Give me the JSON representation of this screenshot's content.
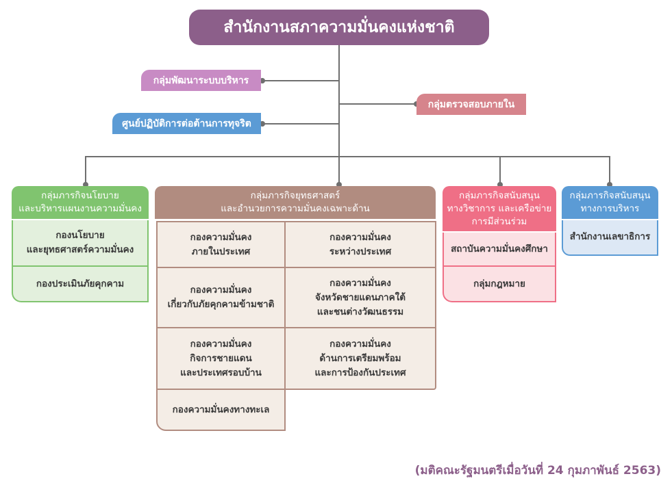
{
  "title": "สำนักงานสภาความมั่นคงแห่งชาติ",
  "staff_units": {
    "admin_dev": "กลุ่มพัฒนาระบบบริหาร",
    "internal_audit": "กลุ่มตรวจสอบภายใน",
    "anti_corruption": "ศูนย์ปฏิบัติการต่อต้านการทุจริต"
  },
  "groups": [
    {
      "header": "กลุ่มภารกิจนโยบาย\nและบริหารแผนงานความมั่นคง",
      "color": "#80c46f",
      "units": [
        "กองนโยบาย\nและยุทธศาสตร์ความมั่นคง",
        "กองประเมินภัยคุกคาม"
      ]
    },
    {
      "header": "กลุ่มภารกิจยุทธศาสตร์\nและอำนวยการความมั่นคงเฉพาะด้าน",
      "color": "#b18c80",
      "units": [
        "กองความมั่นคง\nภายในประเทศ",
        "กองความมั่นคง\nระหว่างประเทศ",
        "กองความมั่นคง\nเกี่ยวกับภัยคุกคามข้ามชาติ",
        "กองความมั่นคง\nจังหวัดชายแดนภาคใต้\nและชนต่างวัฒนธรรม",
        "กองความมั่นคง\nกิจการชายแดน\nและประเทศรอบบ้าน",
        "กองความมั่นคง\nด้านการเตรียมพร้อม\nและการป้องกันประเทศ",
        "กองความมั่นคงทางทะเล"
      ]
    },
    {
      "header": "กลุ่มภารกิจสนับสนุน\nทางวิชาการ และเครือข่าย\nการมีส่วนร่วม",
      "color": "#ef6f86",
      "units": [
        "สถาบันความมั่นคงศึกษา",
        "กลุ่มกฎหมาย"
      ]
    },
    {
      "header": "กลุ่มภารกิจสนับสนุน\nทางการบริหาร",
      "color": "#5b9bd5",
      "units": [
        "สำนักงานเลขาธิการ"
      ]
    }
  ],
  "footer": "(มติคณะรัฐมนตรีเมื่อวันที่ 24 กุมภาพันธ์ 2563)"
}
